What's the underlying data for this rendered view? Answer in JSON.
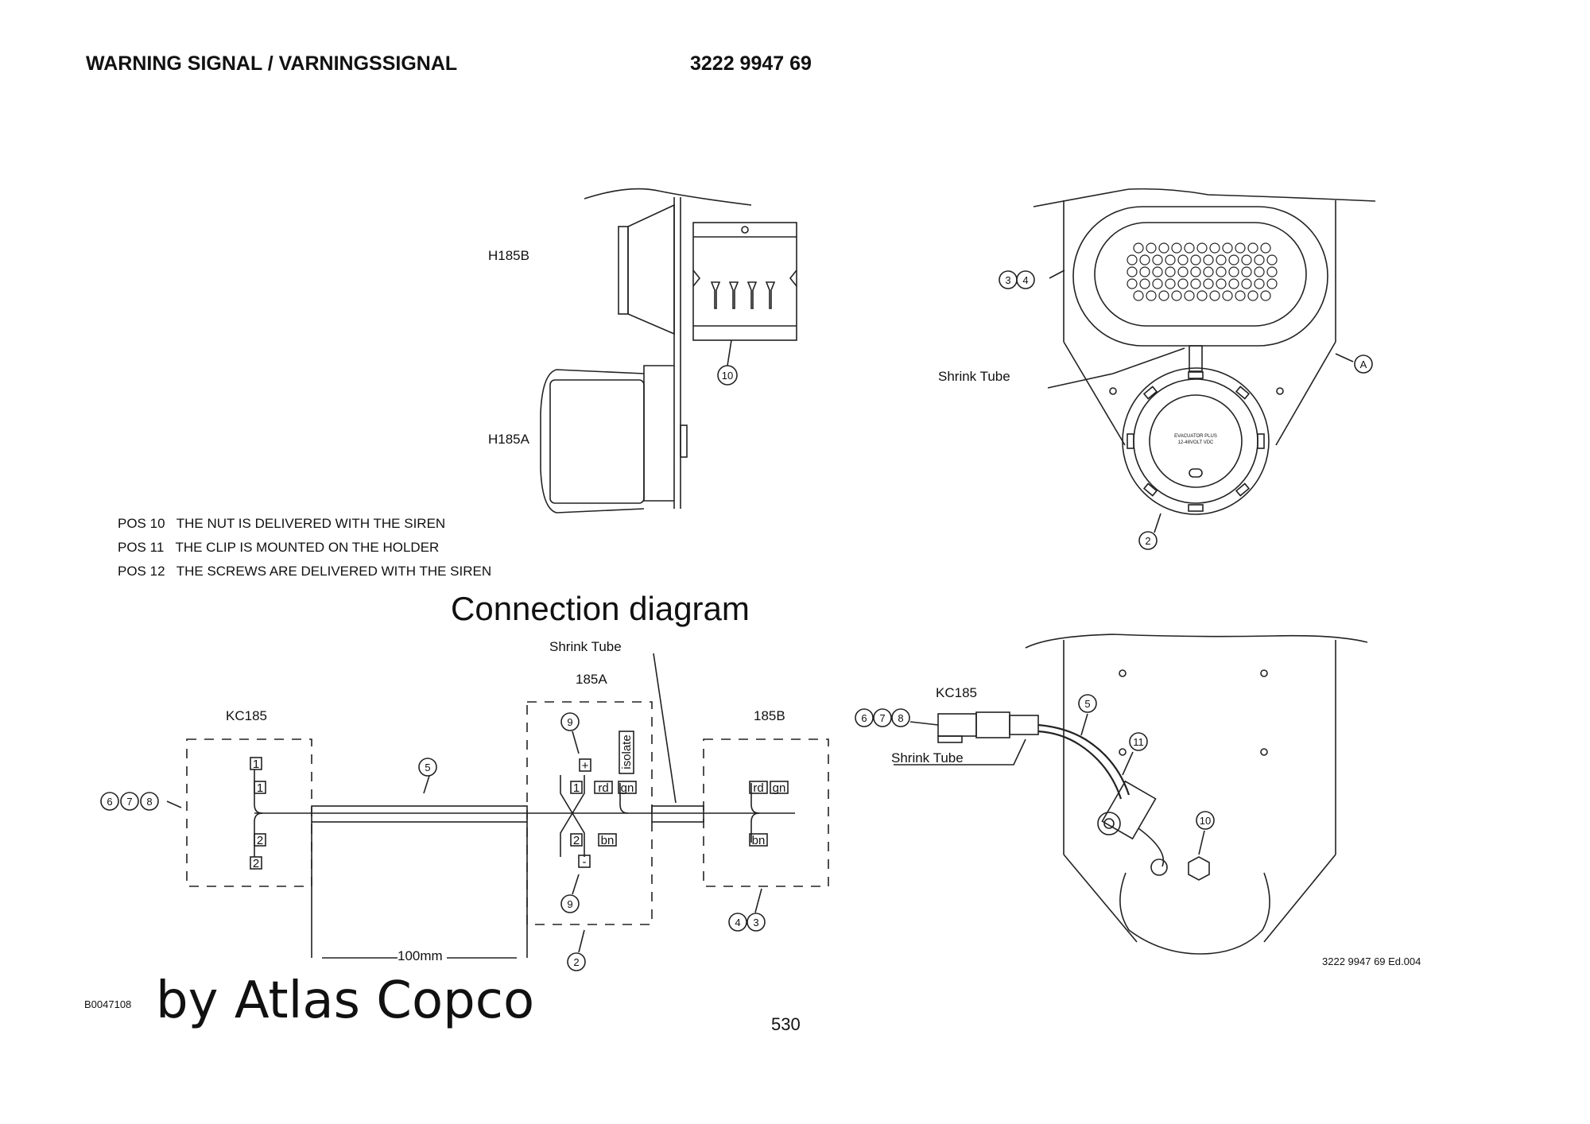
{
  "header": {
    "title": "WARNING SIGNAL / VARNINGSSIGNAL",
    "part_number": "3222 9947 69"
  },
  "mount_view": {
    "label_upper": "H185B",
    "label_lower": "H185A",
    "callout_10": "10"
  },
  "siren_view": {
    "shrink_tube": "Shrink Tube",
    "callout_3": "3",
    "callout_4": "4",
    "callout_a": "A",
    "callout_2": "2",
    "siren_text_line1": "EVACUATOR PLUS",
    "siren_text_line2": "12-48VOLT VDC"
  },
  "notes": [
    {
      "pos": "POS 10",
      "text": "THE NUT IS DELIVERED WITH THE SIREN"
    },
    {
      "pos": "POS 11",
      "text": "THE CLIP IS MOUNTED ON THE HOLDER"
    },
    {
      "pos": "POS 12",
      "text": "THE SCREWS ARE DELIVERED WITH THE SIREN"
    }
  ],
  "connection": {
    "title": "Connection diagram",
    "shrink_tube": "Shrink Tube",
    "kc185": "KC185",
    "label_185a": "185A",
    "label_185b": "185B",
    "isolate": "isolate",
    "length": "100mm",
    "callouts": {
      "c6": "6",
      "c7": "7",
      "c8": "8",
      "c5": "5",
      "c9": "9",
      "c2": "2",
      "c4": "4",
      "c3": "3"
    },
    "pins": {
      "p1": "1",
      "p2": "2",
      "plus": "+",
      "minus": "-"
    },
    "wires": {
      "rd": "rd",
      "gn": "gn",
      "bn": "bn"
    }
  },
  "install_view": {
    "kc185": "KC185",
    "shrink_tube": "Shrink Tube",
    "callouts": {
      "c6": "6",
      "c7": "7",
      "c8": "8",
      "c5": "5",
      "c11": "11",
      "c10": "10"
    }
  },
  "footer": {
    "drawing_id": "B0047108",
    "brand": "by Atlas Copco",
    "page_number": "530",
    "edition": "3222 9947 69 Ed.004"
  }
}
